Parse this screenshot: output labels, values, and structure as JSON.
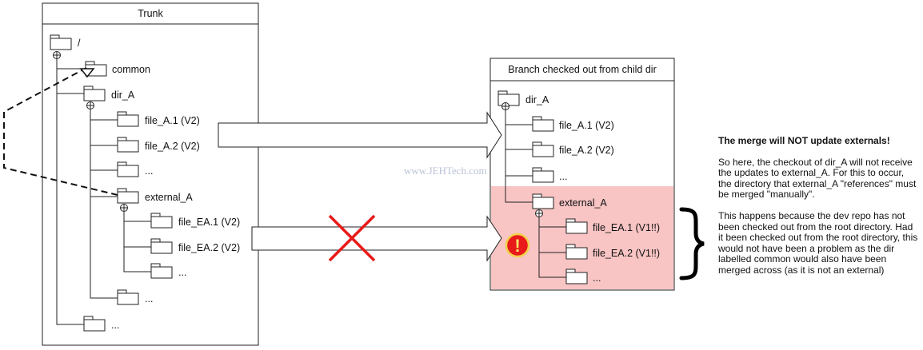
{
  "trunk": {
    "title": "Trunk",
    "root": "/",
    "common": "common",
    "dir_a": "dir_A",
    "file_a1": "file_A.1 (V2)",
    "file_a2": "file_A.2 (V2)",
    "dir_a_more": "...",
    "external_a": "external_A",
    "file_ea1": "file_EA.1 (V2)",
    "file_ea2": "file_EA.2 (V2)",
    "ext_more": "...",
    "dir_a_more2": "...",
    "root_more": "..."
  },
  "branch": {
    "title": "Branch checked out from child dir",
    "dir_a": "dir_A",
    "file_a1": "file_A.1 (V2)",
    "file_a2": "file_A.2 (V2)",
    "dir_a_more": "...",
    "external_a": "external_A",
    "file_ea1": "file_EA.1 (V1!!)",
    "file_ea2": "file_EA.2 (V1!!)",
    "ext_more": "...",
    "highlight_color": "#f8c4c4"
  },
  "warning": {
    "symbol": "!",
    "color": "#e81a1a",
    "ring": "#f0d24a"
  },
  "cross": {
    "color": "#e81a1a"
  },
  "watermark": "www.JEHTech.com",
  "note": {
    "heading": "The merge will NOT update externals!",
    "para1": "So here, the checkout of dir_A will not receive the updates to external_A. For this to occur, the directory that external_A \"references\" must be merged \"manually\".",
    "para2": "This happens because the dev repo has not been checked out from the root directory. Had it been checked out from the root directory, this would not have been a problem as the dir labelled common would also have been merged across (as it is not an external)"
  }
}
